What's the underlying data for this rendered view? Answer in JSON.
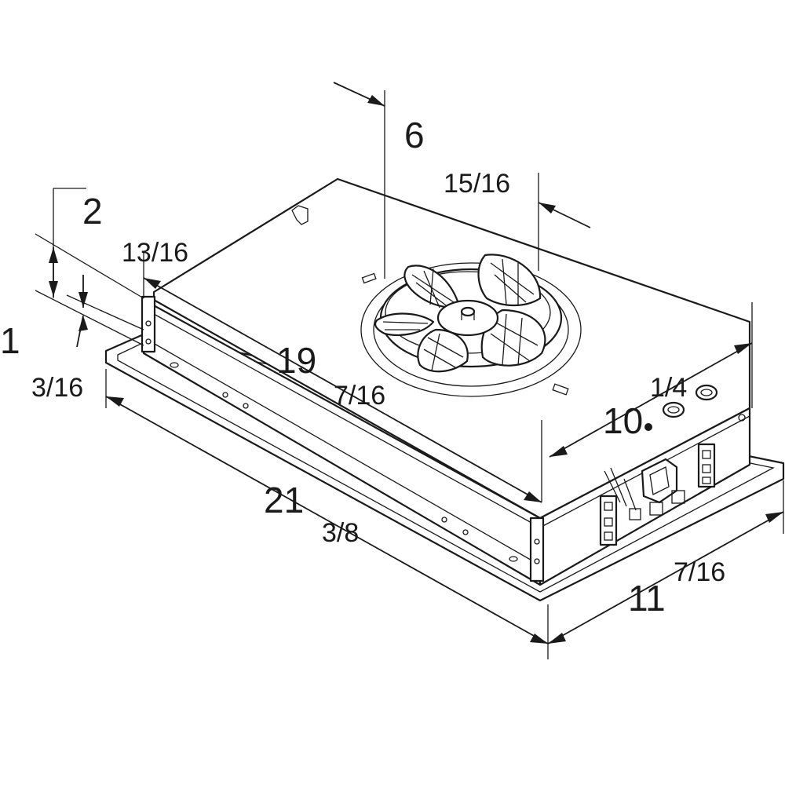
{
  "dimensions": {
    "width_total": {
      "whole": "21",
      "fraction": "3/8"
    },
    "width_body": {
      "whole": "19",
      "fraction": "7/16"
    },
    "depth_total": {
      "whole": "11",
      "fraction": "7/16"
    },
    "depth_body": {
      "whole": "10",
      "fraction": "1/4"
    },
    "fan_offset": {
      "whole": "6",
      "fraction": "15/16"
    },
    "flange_offset": {
      "whole": "2",
      "fraction": "13/16"
    },
    "flange_height": {
      "whole": "1",
      "fraction": "3/16"
    }
  },
  "colors": {
    "line": "#1a1a1a",
    "background": "#ffffff"
  }
}
